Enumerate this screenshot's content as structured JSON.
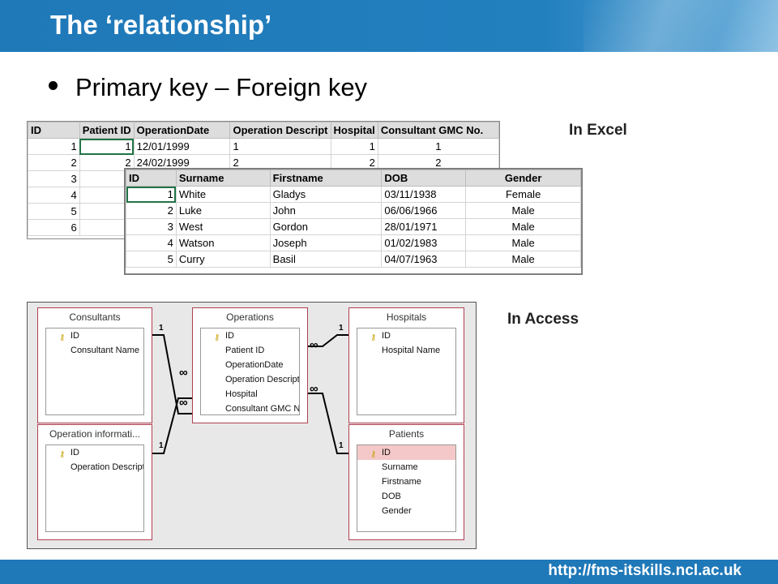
{
  "slide": {
    "title": "The ‘relationship’",
    "bullet": "Primary key – Foreign key",
    "label_excel": "In Excel",
    "label_access": "In Access",
    "footer_url": "http://fms-itskills.ncl.ac.uk"
  },
  "excel_back": {
    "headers": [
      "ID",
      "Patient ID",
      "OperationDate",
      "Operation Descript",
      "Hospital",
      "Consultant GMC No."
    ],
    "rows": [
      [
        "1",
        "1",
        "12/01/1999",
        "1",
        "1",
        "1"
      ],
      [
        "2",
        "2",
        "24/02/1999",
        "2",
        "2",
        "2"
      ],
      [
        "3",
        "",
        "",
        "",
        "",
        ""
      ],
      [
        "4",
        "",
        "",
        "",
        "",
        ""
      ],
      [
        "5",
        "",
        "",
        "",
        "",
        ""
      ],
      [
        "6",
        "",
        "",
        "",
        "",
        ""
      ]
    ]
  },
  "excel_front": {
    "headers": [
      "ID",
      "Surname",
      "Firstname",
      "DOB",
      "Gender"
    ],
    "rows": [
      [
        "1",
        "White",
        "Gladys",
        "03/11/1938",
        "Female"
      ],
      [
        "2",
        "Luke",
        "John",
        "06/06/1966",
        "Male"
      ],
      [
        "3",
        "West",
        "Gordon",
        "28/01/1971",
        "Male"
      ],
      [
        "4",
        "Watson",
        "Joseph",
        "01/02/1983",
        "Male"
      ],
      [
        "5",
        "Curry",
        "Basil",
        "04/07/1963",
        "Male"
      ]
    ]
  },
  "access": {
    "tables": {
      "consultants": {
        "title": "Consultants",
        "fields": [
          "ID",
          "Consultant Name"
        ]
      },
      "operations": {
        "title": "Operations",
        "fields": [
          "ID",
          "Patient ID",
          "OperationDate",
          "Operation Descript",
          "Hospital",
          "Consultant GMC N"
        ]
      },
      "hospitals": {
        "title": "Hospitals",
        "fields": [
          "ID",
          "Hospital Name"
        ]
      },
      "opinfo": {
        "title": "Operation informati...",
        "fields": [
          "ID",
          "Operation Descript"
        ]
      },
      "patients": {
        "title": "Patients",
        "fields": [
          "ID",
          "Surname",
          "Firstname",
          "DOB",
          "Gender"
        ]
      }
    },
    "rel_one": "1",
    "rel_many": "∞"
  },
  "colors": {
    "header_blue": "#1f78b8",
    "table_border": "#b04050",
    "pk_highlight": "#f4c8c8"
  }
}
